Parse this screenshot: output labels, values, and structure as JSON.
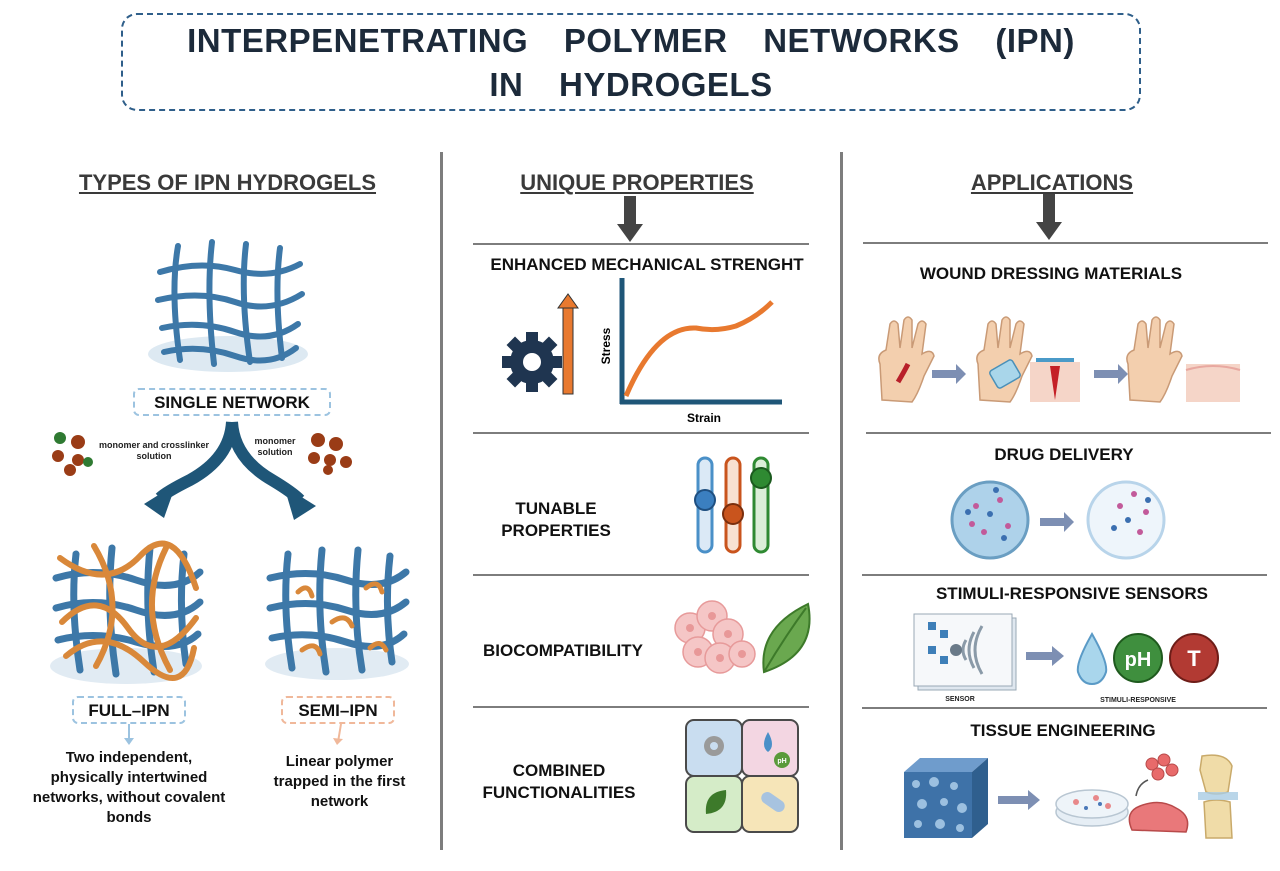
{
  "title": {
    "line1": "INTERPENETRATING POLYMER NETWORKS (IPN)",
    "line2": "IN HYDROGELS"
  },
  "types": {
    "heading": "TYPES OF IPN HYDROGELS",
    "single_network": "SINGLE NETWORK",
    "monomer_crosslinker": "monomer and crosslinker solution",
    "monomer_solution": "monomer solution",
    "full_ipn": {
      "label": "FULL–IPN",
      "description": "Two independent, physically intertwined networks, without covalent bonds"
    },
    "semi_ipn": {
      "label": "SEMI–IPN",
      "description": "Linear polymer trapped in the first network"
    }
  },
  "properties": {
    "heading": "UNIQUE PROPERTIES",
    "mechanical": {
      "label": "ENHANCED MECHANICAL STRENGHT",
      "y_axis": "Stress",
      "x_axis": "Strain"
    },
    "tunable": "TUNABLE PROPERTIES",
    "biocompatibility": "BIOCOMPATIBILITY",
    "combined": "COMBINED FUNCTIONALITIES",
    "ph_tag": "pH"
  },
  "applications": {
    "heading": "APPLICATIONS",
    "wound": "WOUND DRESSING MATERIALS",
    "drug": "DRUG DELIVERY",
    "sensors": {
      "label": "STIMULI-RESPONSIVE SENSORS",
      "sensor_caption": "SENSOR",
      "stimuli_caption": "STIMULI-RESPONSIVE",
      "ph": "pH",
      "t": "T"
    },
    "tissue": "TISSUE ENGINEERING"
  },
  "colors": {
    "network_blue": "#3d78a8",
    "accent_orange": "#e8792f",
    "title_border": "#2f5f8a",
    "divider": "#7d7d7d"
  }
}
